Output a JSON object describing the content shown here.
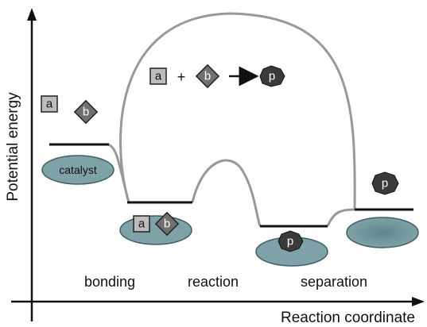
{
  "axes": {
    "y_label": "Potential energy",
    "x_label": "Reaction coordinate"
  },
  "stages": {
    "bonding": "bonding",
    "reaction": "reaction",
    "separation": "separation"
  },
  "catalyst_label": "catalyst",
  "reaction_equation": {
    "reactant_a": "a",
    "plus": "+",
    "reactant_b": "b",
    "product": "p"
  },
  "molecules": {
    "a": "a",
    "b": "b",
    "p": "p"
  },
  "colors": {
    "curve": "#999999",
    "level": "#111111",
    "catalyst_fill": "#7fa2a8",
    "catalyst_stroke": "#3f5e63",
    "molecule_a_fill": "#bdbdbd",
    "molecule_b_fill": "#707070",
    "molecule_p_fill": "#3a3a3a"
  }
}
